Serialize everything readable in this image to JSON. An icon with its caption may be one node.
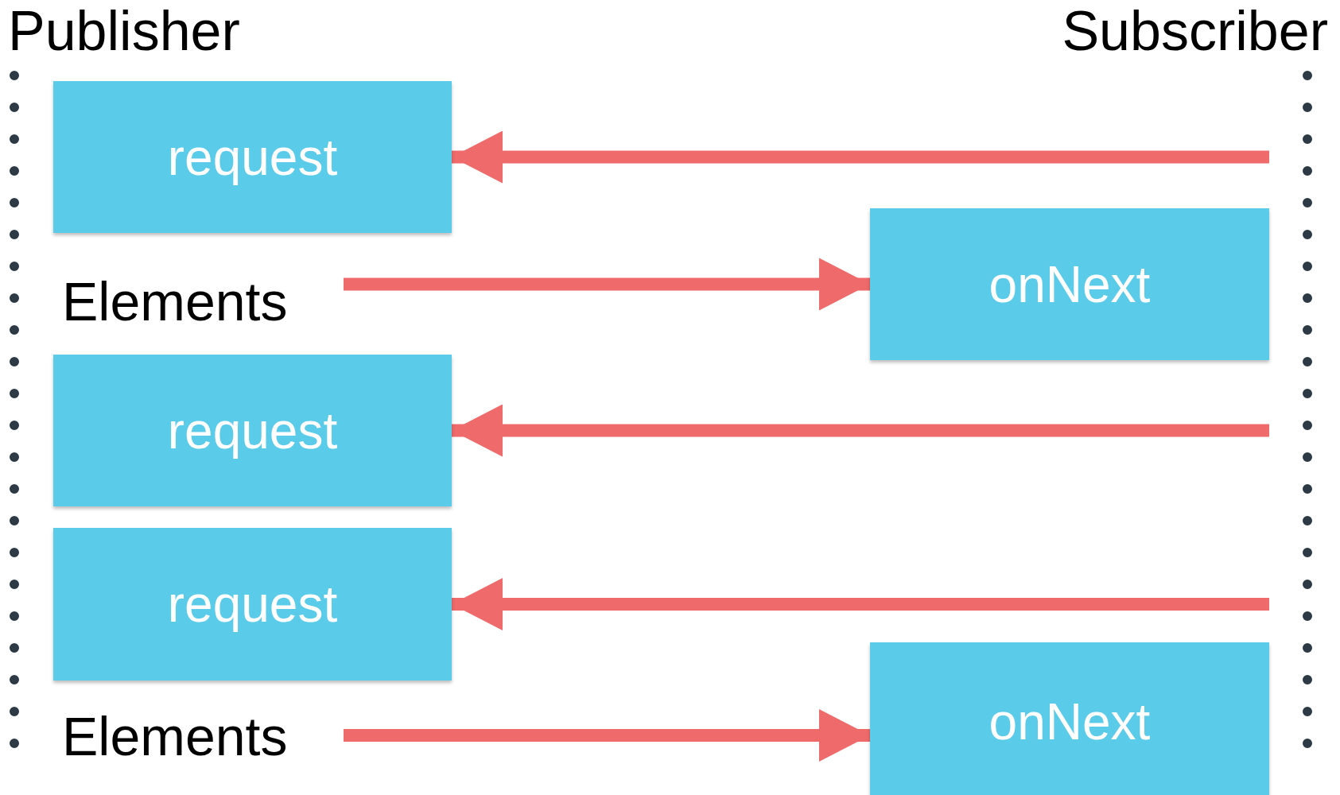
{
  "diagram": {
    "nodes": [
      {
        "text": [
          "Publisher"
        ]
      },
      {
        "text": [
          "Subscriber"
        ]
      },
      {
        "text": [
          "request"
        ]
      },
      {
        "text": [
          "Elements"
        ]
      },
      {
        "text": [
          "onNext"
        ]
      },
      {
        "text": [
          "request"
        ]
      },
      {
        "text": [
          "request"
        ]
      },
      {
        "text": [
          "Elements"
        ]
      },
      {
        "text": [
          "onNext"
        ]
      }
    ],
    "edges": [
      {
        "from": null,
        "to": 2,
        "arrow": "to"
      },
      {
        "from": 3,
        "to": 4,
        "arrow": "to"
      },
      {
        "from": null,
        "to": 5,
        "arrow": "to"
      },
      {
        "from": null,
        "to": 6,
        "arrow": "to"
      },
      {
        "from": 7,
        "to": 8,
        "arrow": "to"
      }
    ]
  }
}
